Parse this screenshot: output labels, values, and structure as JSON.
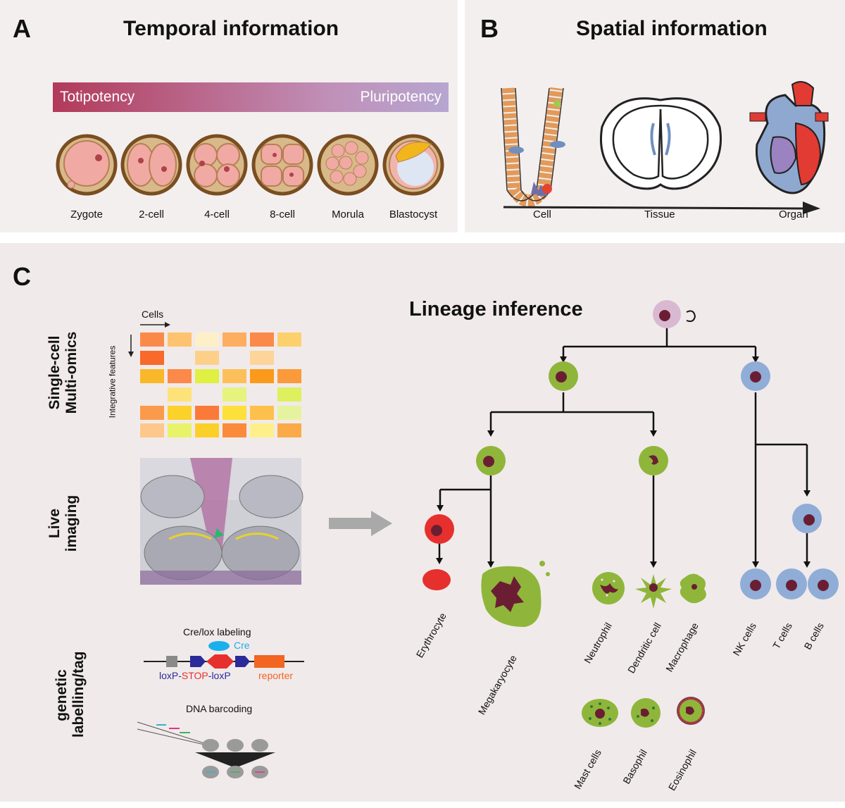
{
  "panelA": {
    "label": "A",
    "title": "Temporal information",
    "gradient_left": "Totipotency",
    "gradient_right": "Pluripotency",
    "stages": [
      "Zygote",
      "2-cell",
      "4-cell",
      "8-cell",
      "Morula",
      "Blastocyst"
    ]
  },
  "panelB": {
    "label": "B",
    "title": "Spatial information",
    "axis": [
      "Cell",
      "Tissue",
      "Organ"
    ]
  },
  "panelC": {
    "label": "C",
    "title": "Lineage inference",
    "method1": [
      "Single-cell",
      "Multi-omics"
    ],
    "cells_axis": "Cells",
    "features_axis": "Integrative features",
    "method2": [
      "Live",
      "imaging"
    ],
    "method3": [
      "genetic",
      "labelling/tag"
    ],
    "crelox_title": "Cre/lox labeling",
    "cre": "Cre",
    "loxp1": "loxP-",
    "stop": "STOP",
    "loxp2": "-loxP",
    "reporter": "reporter",
    "barcoding": "DNA barcoding",
    "cell_types": [
      "Erythrocyte",
      "Megakaryocyte",
      "Neutrophil",
      "Dendritic cell",
      "Macrophage",
      "NK cells",
      "T cells",
      "B cells"
    ],
    "granulocytes": [
      "Mast cells",
      "Basophil",
      "Eosinophil"
    ]
  },
  "colors": {
    "myeloid": "#8fb63a",
    "lymphoid": "#8fadd6",
    "erythro": "#e6302e",
    "nucleus": "#6b1e33",
    "stem": "#d9b9d1"
  }
}
